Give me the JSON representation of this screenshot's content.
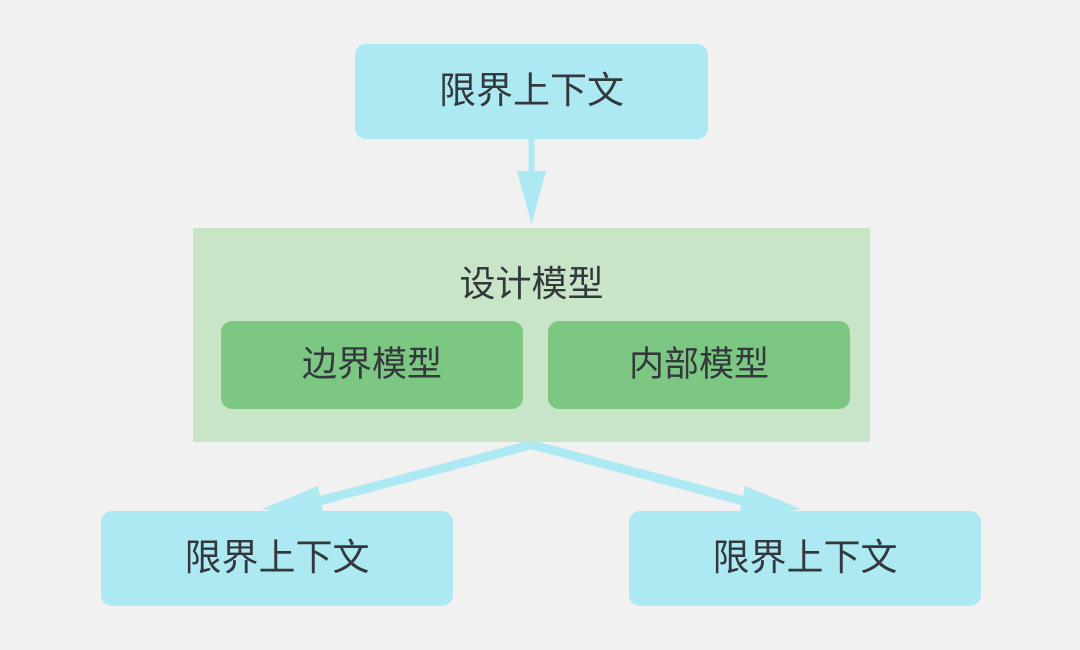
{
  "diagram": {
    "type": "hierarchy-flow",
    "background_color": "#f1f1f1",
    "colors": {
      "context_fill": "#ade9f3",
      "group_fill": "#c8e6c7",
      "submodel_fill": "#7cc883",
      "arrow_fill": "#ade9f3",
      "text": "#33383d"
    },
    "nodes": {
      "top_context": {
        "label": "限界上下文"
      },
      "design_model": {
        "title": "设计模型",
        "submodels": [
          {
            "label": "边界模型"
          },
          {
            "label": "内部模型"
          }
        ]
      },
      "bottom_left_context": {
        "label": "限界上下文"
      },
      "bottom_right_context": {
        "label": "限界上下文"
      }
    },
    "arrows": [
      {
        "name": "arrow-top-to-design",
        "from": "top_context",
        "to": "design_model",
        "direction": "down"
      },
      {
        "name": "arrow-design-to-bottom-left",
        "from": "design_model",
        "to": "bottom_left_context",
        "direction": "down-left"
      },
      {
        "name": "arrow-design-to-bottom-right",
        "from": "design_model",
        "to": "bottom_right_context",
        "direction": "down-right"
      }
    ]
  }
}
